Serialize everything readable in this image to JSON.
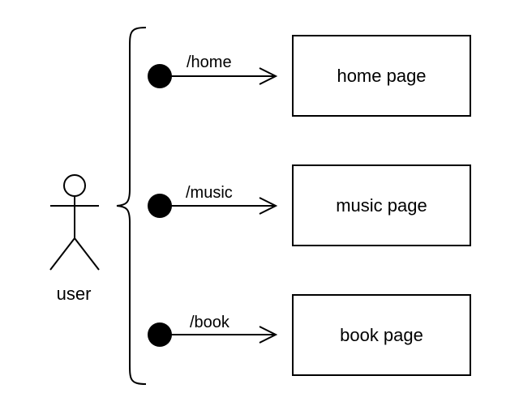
{
  "actor": {
    "label": "user"
  },
  "routes": [
    {
      "path": "/home",
      "page": "home page"
    },
    {
      "path": "/music",
      "page": "music page"
    },
    {
      "path": "/book",
      "page": "book page"
    }
  ],
  "colors": {
    "stroke": "#000000",
    "background": "#ffffff"
  }
}
